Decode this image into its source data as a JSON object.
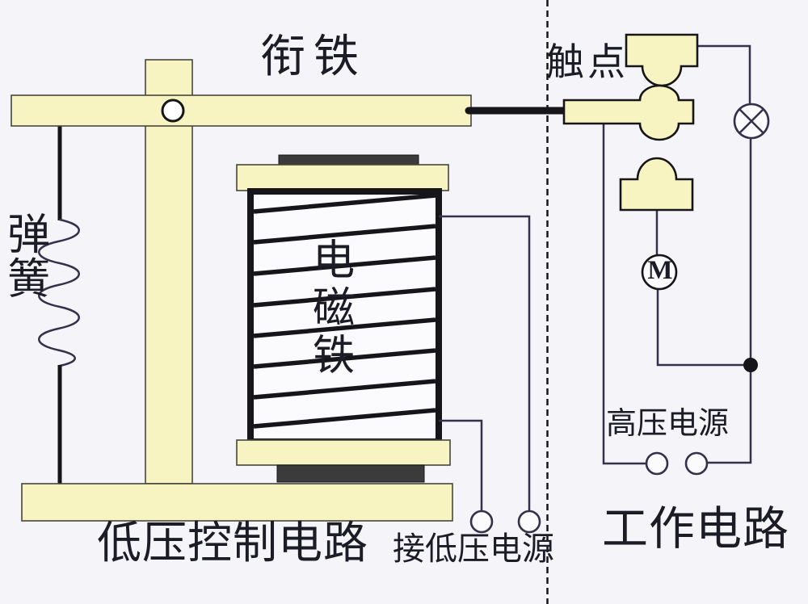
{
  "diagram": {
    "labels": {
      "armature": "衔铁",
      "contact": "触点",
      "spring": "弹簧",
      "electromagnet": "电磁铁",
      "low_voltage_control_circuit": "低压控制电路",
      "connect_low_voltage_supply": "接低压电源",
      "high_voltage_supply": "高压电源",
      "working_circuit": "工作电路",
      "motor": "M"
    },
    "colors": {
      "bg": "#f4f4f9",
      "paper": "#fbfbfe",
      "metal": "#f8f4c2",
      "edge": "#46463e",
      "dark": "#3b3b3b",
      "black": "#16161a",
      "wire": "#35304b",
      "ink": "#1c1c26"
    }
  }
}
